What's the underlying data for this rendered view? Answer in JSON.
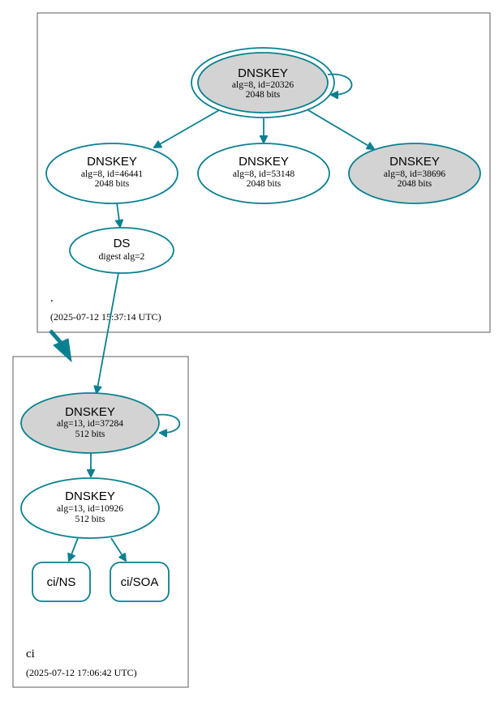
{
  "colors": {
    "edge": "#0a8090",
    "grey_fill": "#d3d3d3"
  },
  "zones": {
    "root": {
      "name": ".",
      "timestamp": "(2025-07-12 15:37:14 UTC)"
    },
    "ci": {
      "name": "ci",
      "timestamp": "(2025-07-12 17:06:42 UTC)"
    }
  },
  "nodes": {
    "root_ksk": {
      "title": "DNSKEY",
      "line1": "alg=8, id=20326",
      "line2": "2048 bits"
    },
    "root_k1": {
      "title": "DNSKEY",
      "line1": "alg=8, id=46441",
      "line2": "2048 bits"
    },
    "root_k2": {
      "title": "DNSKEY",
      "line1": "alg=8, id=53148",
      "line2": "2048 bits"
    },
    "root_k3": {
      "title": "DNSKEY",
      "line1": "alg=8, id=38696",
      "line2": "2048 bits"
    },
    "ds": {
      "title": "DS",
      "line1": "digest alg=2"
    },
    "ci_ksk": {
      "title": "DNSKEY",
      "line1": "alg=13, id=37284",
      "line2": "512 bits"
    },
    "ci_zsk": {
      "title": "DNSKEY",
      "line1": "alg=13, id=10926",
      "line2": "512 bits"
    },
    "ci_ns": {
      "title": "ci/NS"
    },
    "ci_soa": {
      "title": "ci/SOA"
    }
  }
}
